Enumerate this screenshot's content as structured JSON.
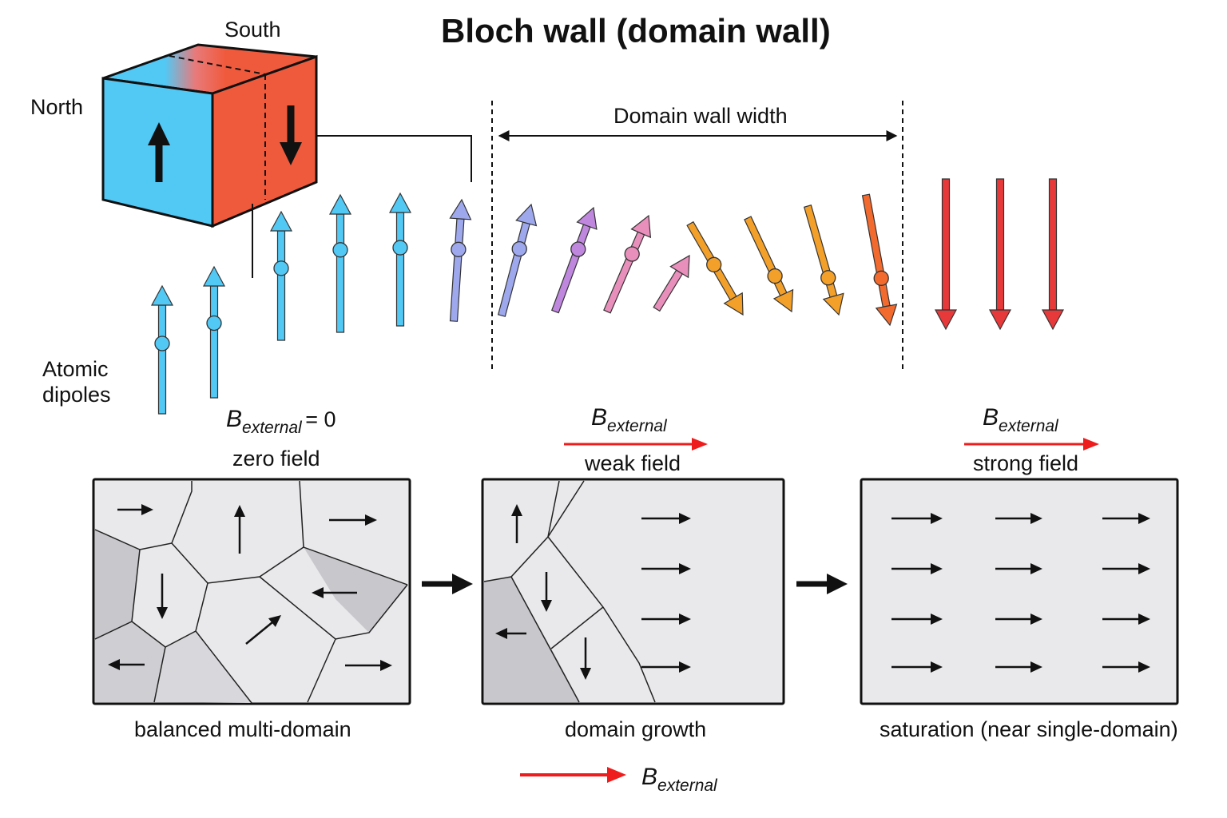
{
  "title": "Bloch wall (domain wall)",
  "cube": {
    "north_label": "North",
    "south_label": "South",
    "color_up": "#52c8f5",
    "color_down": "#f05a3c"
  },
  "atomic_dipoles_label": "Atomic\ndipoles",
  "domain_wall_width_label": "Domain wall width",
  "dipole_colors": [
    "#52c8f5",
    "#9ea8ec",
    "#c087de",
    "#e98fbc",
    "#f3a02a",
    "#f26a2e",
    "#e8393a"
  ],
  "panels": [
    {
      "field_symbol": "B",
      "field_subscript": "external",
      "field_value": "= 0",
      "field_label": "zero field",
      "caption": "balanced multi-domain"
    },
    {
      "field_symbol": "B",
      "field_subscript": "external",
      "field_label": "weak field",
      "caption": "domain growth"
    },
    {
      "field_symbol": "B",
      "field_subscript": "external",
      "field_label": "strong field",
      "caption": "saturation (near single-domain)"
    }
  ],
  "legend": {
    "symbol": "B",
    "subscript": "external",
    "arrow_color": "#ee1c1c"
  }
}
